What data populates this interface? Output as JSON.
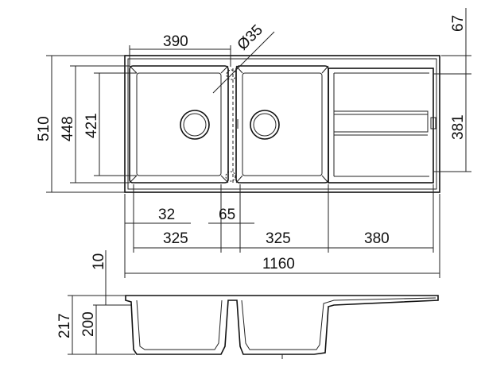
{
  "dimensions": {
    "top_bowl_width": "390",
    "tap_hole_diameter": "Ø35",
    "drain_depth": "67",
    "overall_depth": "510",
    "outer_bowl_depth": "448",
    "inner_bowl_depth": "421",
    "drainboard_depth": "381",
    "gap_32": "32",
    "gap_65": "65",
    "bowl_left": "325",
    "bowl_right": "325",
    "drainboard_width": "380",
    "overall_width": "1160",
    "rim_height": "10",
    "total_height": "217",
    "bowl_height": "200"
  }
}
